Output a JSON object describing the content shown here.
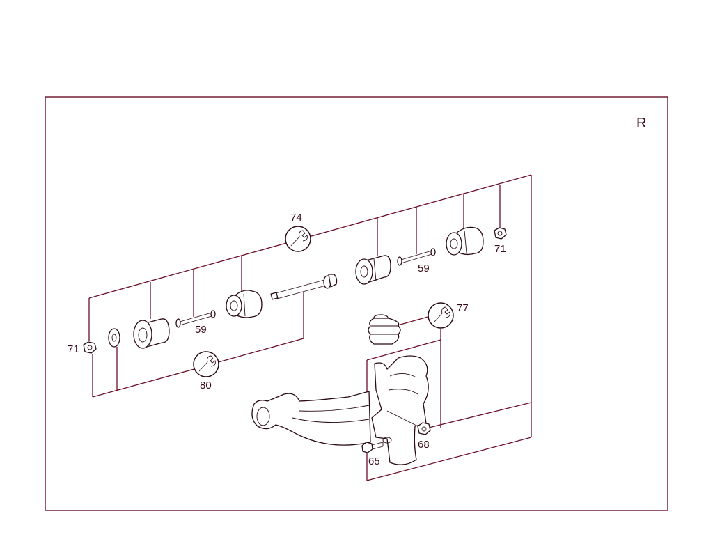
{
  "diagram": {
    "corner_label": "R",
    "labels": {
      "nut_left": "71",
      "washer_label": "80",
      "bolt_left": "59",
      "top_tool": "74",
      "bolt_right": "59",
      "nut_right": "71",
      "boot_tool": "77",
      "nut_joint": "68",
      "bolt_bottom": "65"
    },
    "icons": [
      "wrench-icon",
      "wrench-icon",
      "wrench-icon"
    ]
  }
}
